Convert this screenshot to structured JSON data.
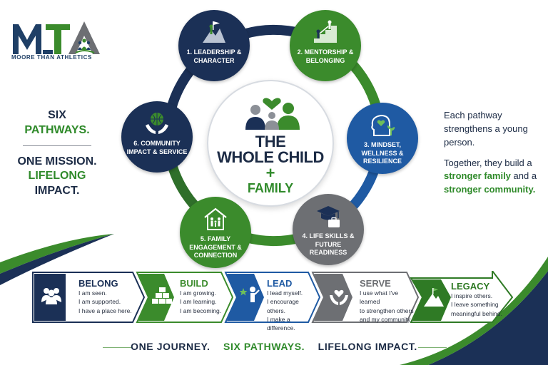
{
  "brand": {
    "logo_letters": "MTA",
    "tagline": "MOORE THAN ATHLETICS"
  },
  "left_panel": {
    "line1": "SIX",
    "line2": "PATHWAYS.",
    "line3": "ONE MISSION.",
    "line4": "LIFELONG",
    "line5": "IMPACT."
  },
  "right_panel": {
    "para1": "Each pathway strengthens a young person.",
    "para2_prefix": "Together, they build a ",
    "para2_highlight1": "stronger family",
    "para2_mid": " and a ",
    "para2_highlight2": "stronger community."
  },
  "center": {
    "line1": "THE",
    "line2": "WHOLE CHILD",
    "plus": "+",
    "line3": "FAMILY"
  },
  "pathways": [
    {
      "label": "1. LEADERSHIP & CHARACTER",
      "icon": "summit-flag-icon",
      "color": "#1b3056"
    },
    {
      "label": "2. MENTORSHIP & BELONGING",
      "icon": "mentor-steps-icon",
      "color": "#3b8b2c"
    },
    {
      "label": "3. MINDSET, WELLNESS & RESILIENCE",
      "icon": "mind-heart-icon",
      "color": "#1f5aa3"
    },
    {
      "label": "4. LIFE SKILLS & FUTURE READINESS",
      "icon": "graduation-cap-icon",
      "color": "#6d6f73"
    },
    {
      "label": "5. FAMILY ENGAGEMENT & CONNECTION",
      "icon": "family-house-icon",
      "color": "#3b8b2c"
    },
    {
      "label": "6. COMMUNITY IMPACT & SERVICE",
      "icon": "globe-hands-icon",
      "color": "#1b3056"
    }
  ],
  "journey": [
    {
      "title": "BELONG",
      "lines": [
        "I am seen.",
        "I am supported.",
        "I have a place here."
      ],
      "icon": "group-icon",
      "color": "#1b3056"
    },
    {
      "title": "BUILD",
      "lines": [
        "I am growing.",
        "I am learning.",
        "I am becoming."
      ],
      "icon": "bricks-icon",
      "color": "#3b8b2c"
    },
    {
      "title": "LEAD",
      "lines": [
        "I lead myself.",
        "I encourage others.",
        "I make a difference."
      ],
      "icon": "leader-icon",
      "color": "#1f5aa3"
    },
    {
      "title": "SERVE",
      "lines": [
        "I use what I've learned",
        "to strengthen others",
        "and my community."
      ],
      "icon": "heart-hands-icon",
      "color": "#6d6f73"
    },
    {
      "title": "LEGACY",
      "lines": [
        "I inspire others.",
        "I leave something",
        "meaningful behind."
      ],
      "icon": "mountain-flag-icon",
      "color": "#2f7a25"
    }
  ],
  "bottom_tagline": {
    "part1": "ONE JOURNEY.",
    "part2": "SIX PATHWAYS.",
    "part3": "LIFELONG IMPACT."
  },
  "colors": {
    "navy": "#1b3056",
    "green": "#3b8b2c",
    "blue": "#1f5aa3",
    "gray": "#6d6f73"
  }
}
